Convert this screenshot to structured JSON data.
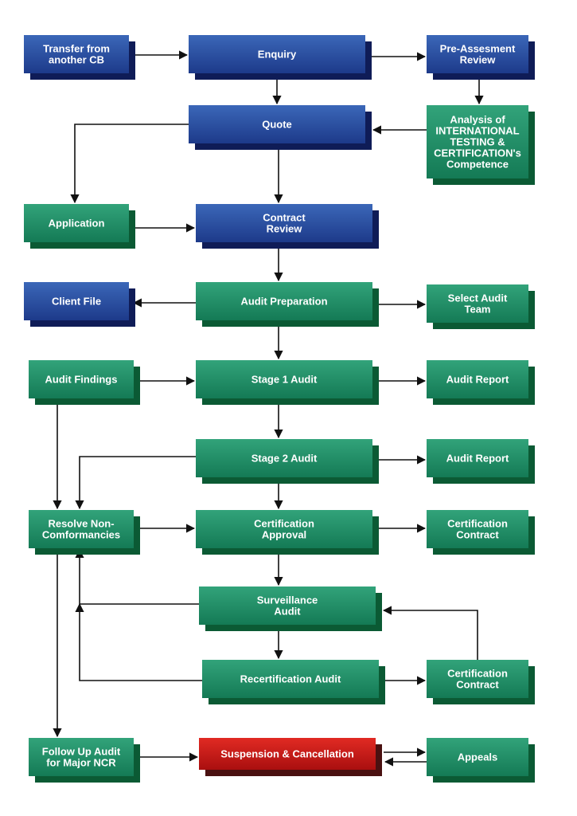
{
  "colors": {
    "blue_top": "#3b67b8",
    "blue_bottom": "#1d3a8a",
    "blue_shadow": "#0f1c57",
    "green_top": "#32a37a",
    "green_bottom": "#147a55",
    "green_shadow": "#0b5a34",
    "red_top": "#e12a23",
    "red_bottom": "#a90f0f",
    "red_shadow": "#4a1111",
    "text": "#ffffff",
    "connector": "#111111"
  },
  "nodes": {
    "transfer": {
      "style": "blue",
      "lines": [
        "Transfer from",
        "another CB"
      ]
    },
    "enquiry": {
      "style": "blue",
      "lines": [
        "Enquiry"
      ]
    },
    "pre_assessment": {
      "style": "blue",
      "lines": [
        "Pre-Assesment",
        "Review"
      ]
    },
    "quote": {
      "style": "blue",
      "lines": [
        "Quote"
      ]
    },
    "analysis": {
      "style": "green",
      "lines": [
        "Analysis of",
        "INTERNATIONAL",
        "TESTING &",
        "CERTIFICATION's",
        "Competence"
      ]
    },
    "application": {
      "style": "green",
      "lines": [
        "Application"
      ]
    },
    "contract_review": {
      "style": "blue",
      "lines": [
        "Contract",
        "Review"
      ]
    },
    "client_file": {
      "style": "blue",
      "lines": [
        "Client File"
      ]
    },
    "audit_preparation": {
      "style": "green",
      "lines": [
        "Audit Preparation"
      ]
    },
    "select_audit_team": {
      "style": "green",
      "lines": [
        "Select Audit",
        "Team"
      ]
    },
    "audit_findings": {
      "style": "green",
      "lines": [
        "Audit Findings"
      ]
    },
    "stage1_audit": {
      "style": "green",
      "lines": [
        "Stage 1 Audit"
      ]
    },
    "audit_report_1": {
      "style": "green",
      "lines": [
        "Audit Report"
      ]
    },
    "stage2_audit": {
      "style": "green",
      "lines": [
        "Stage 2 Audit"
      ]
    },
    "audit_report_2": {
      "style": "green",
      "lines": [
        "Audit Report"
      ]
    },
    "resolve_nc": {
      "style": "green",
      "lines": [
        "Resolve Non-",
        "Comformancies"
      ]
    },
    "certification_approval": {
      "style": "green",
      "lines": [
        "Certification",
        "Approval"
      ]
    },
    "certification_contract_1": {
      "style": "green",
      "lines": [
        "Certification",
        "Contract"
      ]
    },
    "surveillance_audit": {
      "style": "green",
      "lines": [
        "Surveillance",
        "Audit"
      ]
    },
    "recertification_audit": {
      "style": "green",
      "lines": [
        "Recertification Audit"
      ]
    },
    "certification_contract_2": {
      "style": "green",
      "lines": [
        "Certification",
        "Contract"
      ]
    },
    "follow_up_audit": {
      "style": "green",
      "lines": [
        "Follow Up Audit",
        "for Major NCR"
      ]
    },
    "suspension": {
      "style": "red",
      "lines": [
        "Suspension & Cancellation"
      ]
    },
    "appeals": {
      "style": "green",
      "lines": [
        "Appeals"
      ]
    }
  },
  "edges": [
    {
      "from": "transfer",
      "to": "enquiry"
    },
    {
      "from": "enquiry",
      "to": "pre_assessment"
    },
    {
      "from": "enquiry",
      "to": "quote"
    },
    {
      "from": "pre_assessment",
      "to": "analysis"
    },
    {
      "from": "analysis",
      "to": "quote"
    },
    {
      "from": "quote",
      "to": "application"
    },
    {
      "from": "quote",
      "to": "contract_review"
    },
    {
      "from": "application",
      "to": "contract_review"
    },
    {
      "from": "contract_review",
      "to": "audit_preparation"
    },
    {
      "from": "audit_preparation",
      "to": "client_file"
    },
    {
      "from": "audit_preparation",
      "to": "select_audit_team"
    },
    {
      "from": "audit_preparation",
      "to": "stage1_audit"
    },
    {
      "from": "audit_findings",
      "to": "stage1_audit"
    },
    {
      "from": "audit_findings",
      "to": "resolve_nc"
    },
    {
      "from": "stage1_audit",
      "to": "audit_report_1"
    },
    {
      "from": "stage1_audit",
      "to": "stage2_audit"
    },
    {
      "from": "stage2_audit",
      "to": "audit_report_2"
    },
    {
      "from": "stage2_audit",
      "to": "resolve_nc"
    },
    {
      "from": "stage2_audit",
      "to": "certification_approval"
    },
    {
      "from": "resolve_nc",
      "to": "certification_approval"
    },
    {
      "from": "certification_approval",
      "to": "certification_contract_1"
    },
    {
      "from": "certification_approval",
      "to": "surveillance_audit"
    },
    {
      "from": "surveillance_audit",
      "to": "resolve_nc"
    },
    {
      "from": "surveillance_audit",
      "to": "recertification_audit"
    },
    {
      "from": "recertification_audit",
      "to": "resolve_nc"
    },
    {
      "from": "recertification_audit",
      "to": "certification_contract_2"
    },
    {
      "from": "certification_contract_2",
      "to": "surveillance_audit"
    },
    {
      "from": "resolve_nc",
      "to": "follow_up_audit"
    },
    {
      "from": "follow_up_audit",
      "to": "suspension"
    },
    {
      "from": "suspension",
      "to": "appeals"
    },
    {
      "from": "appeals",
      "to": "suspension"
    }
  ]
}
